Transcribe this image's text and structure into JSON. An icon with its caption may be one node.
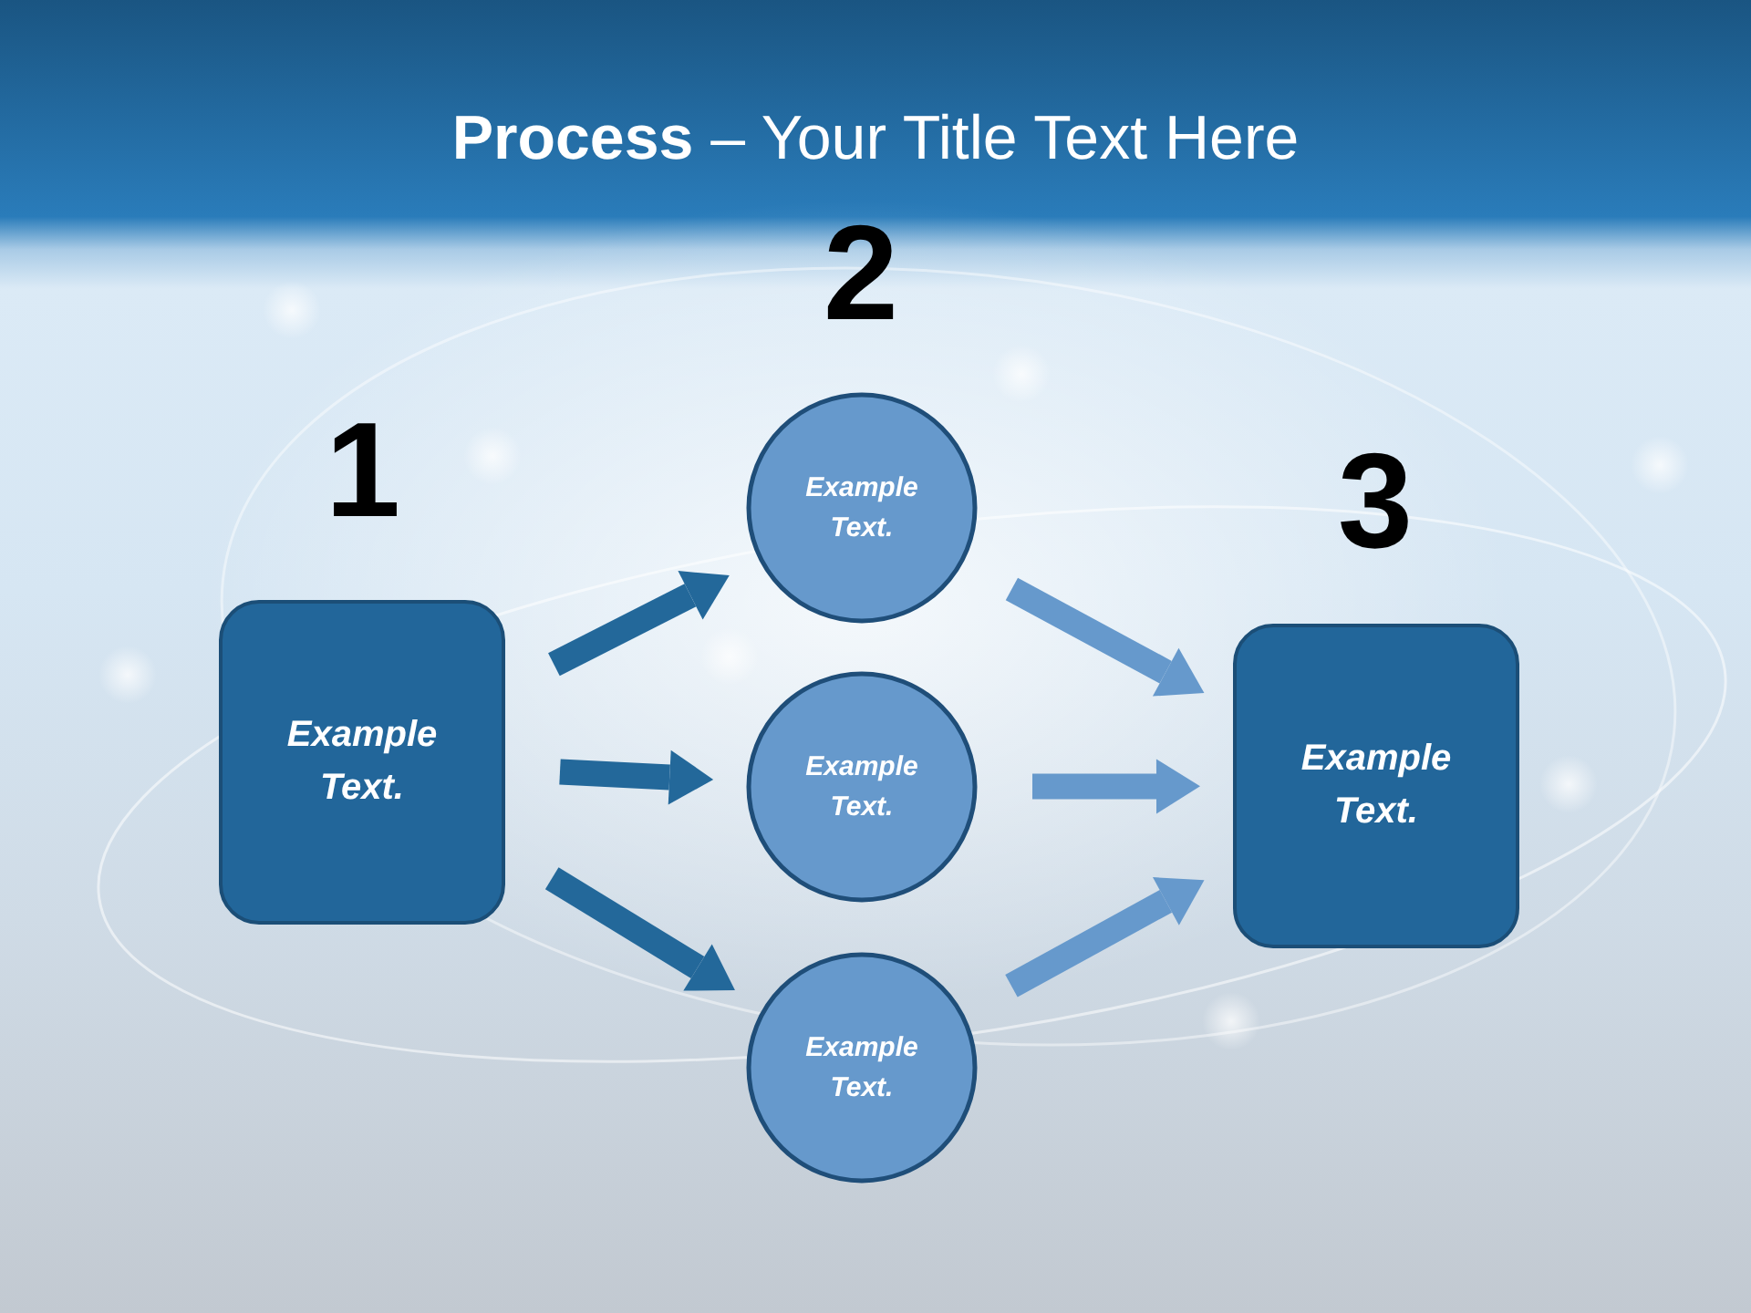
{
  "diagram": {
    "title": "**Process** – Your Title Text Here",
    "nodes": [
      {
        "text": [
          "Example Text."
        ],
        "beside": [
          "1"
        ]
      },
      {
        "text": [
          "Example Text."
        ],
        "beside": [
          "2"
        ]
      },
      {
        "text": [
          "Example Text."
        ]
      },
      {
        "text": [
          "Example Text."
        ]
      },
      {
        "text": [
          "Example Text."
        ],
        "beside": [
          "3"
        ]
      }
    ],
    "edges": [
      {
        "from": 0,
        "to": 1,
        "arrow": "to"
      },
      {
        "from": 0,
        "to": 2,
        "arrow": "to"
      },
      {
        "from": 0,
        "to": 3,
        "arrow": "to"
      },
      {
        "from": 1,
        "to": 4,
        "arrow": "to",
        "color": "#6699cc"
      },
      {
        "from": 2,
        "to": 4,
        "arrow": "to",
        "color": "#6699cc"
      },
      {
        "from": 3,
        "to": 4,
        "arrow": "to",
        "color": "#6699cc"
      }
    ]
  }
}
